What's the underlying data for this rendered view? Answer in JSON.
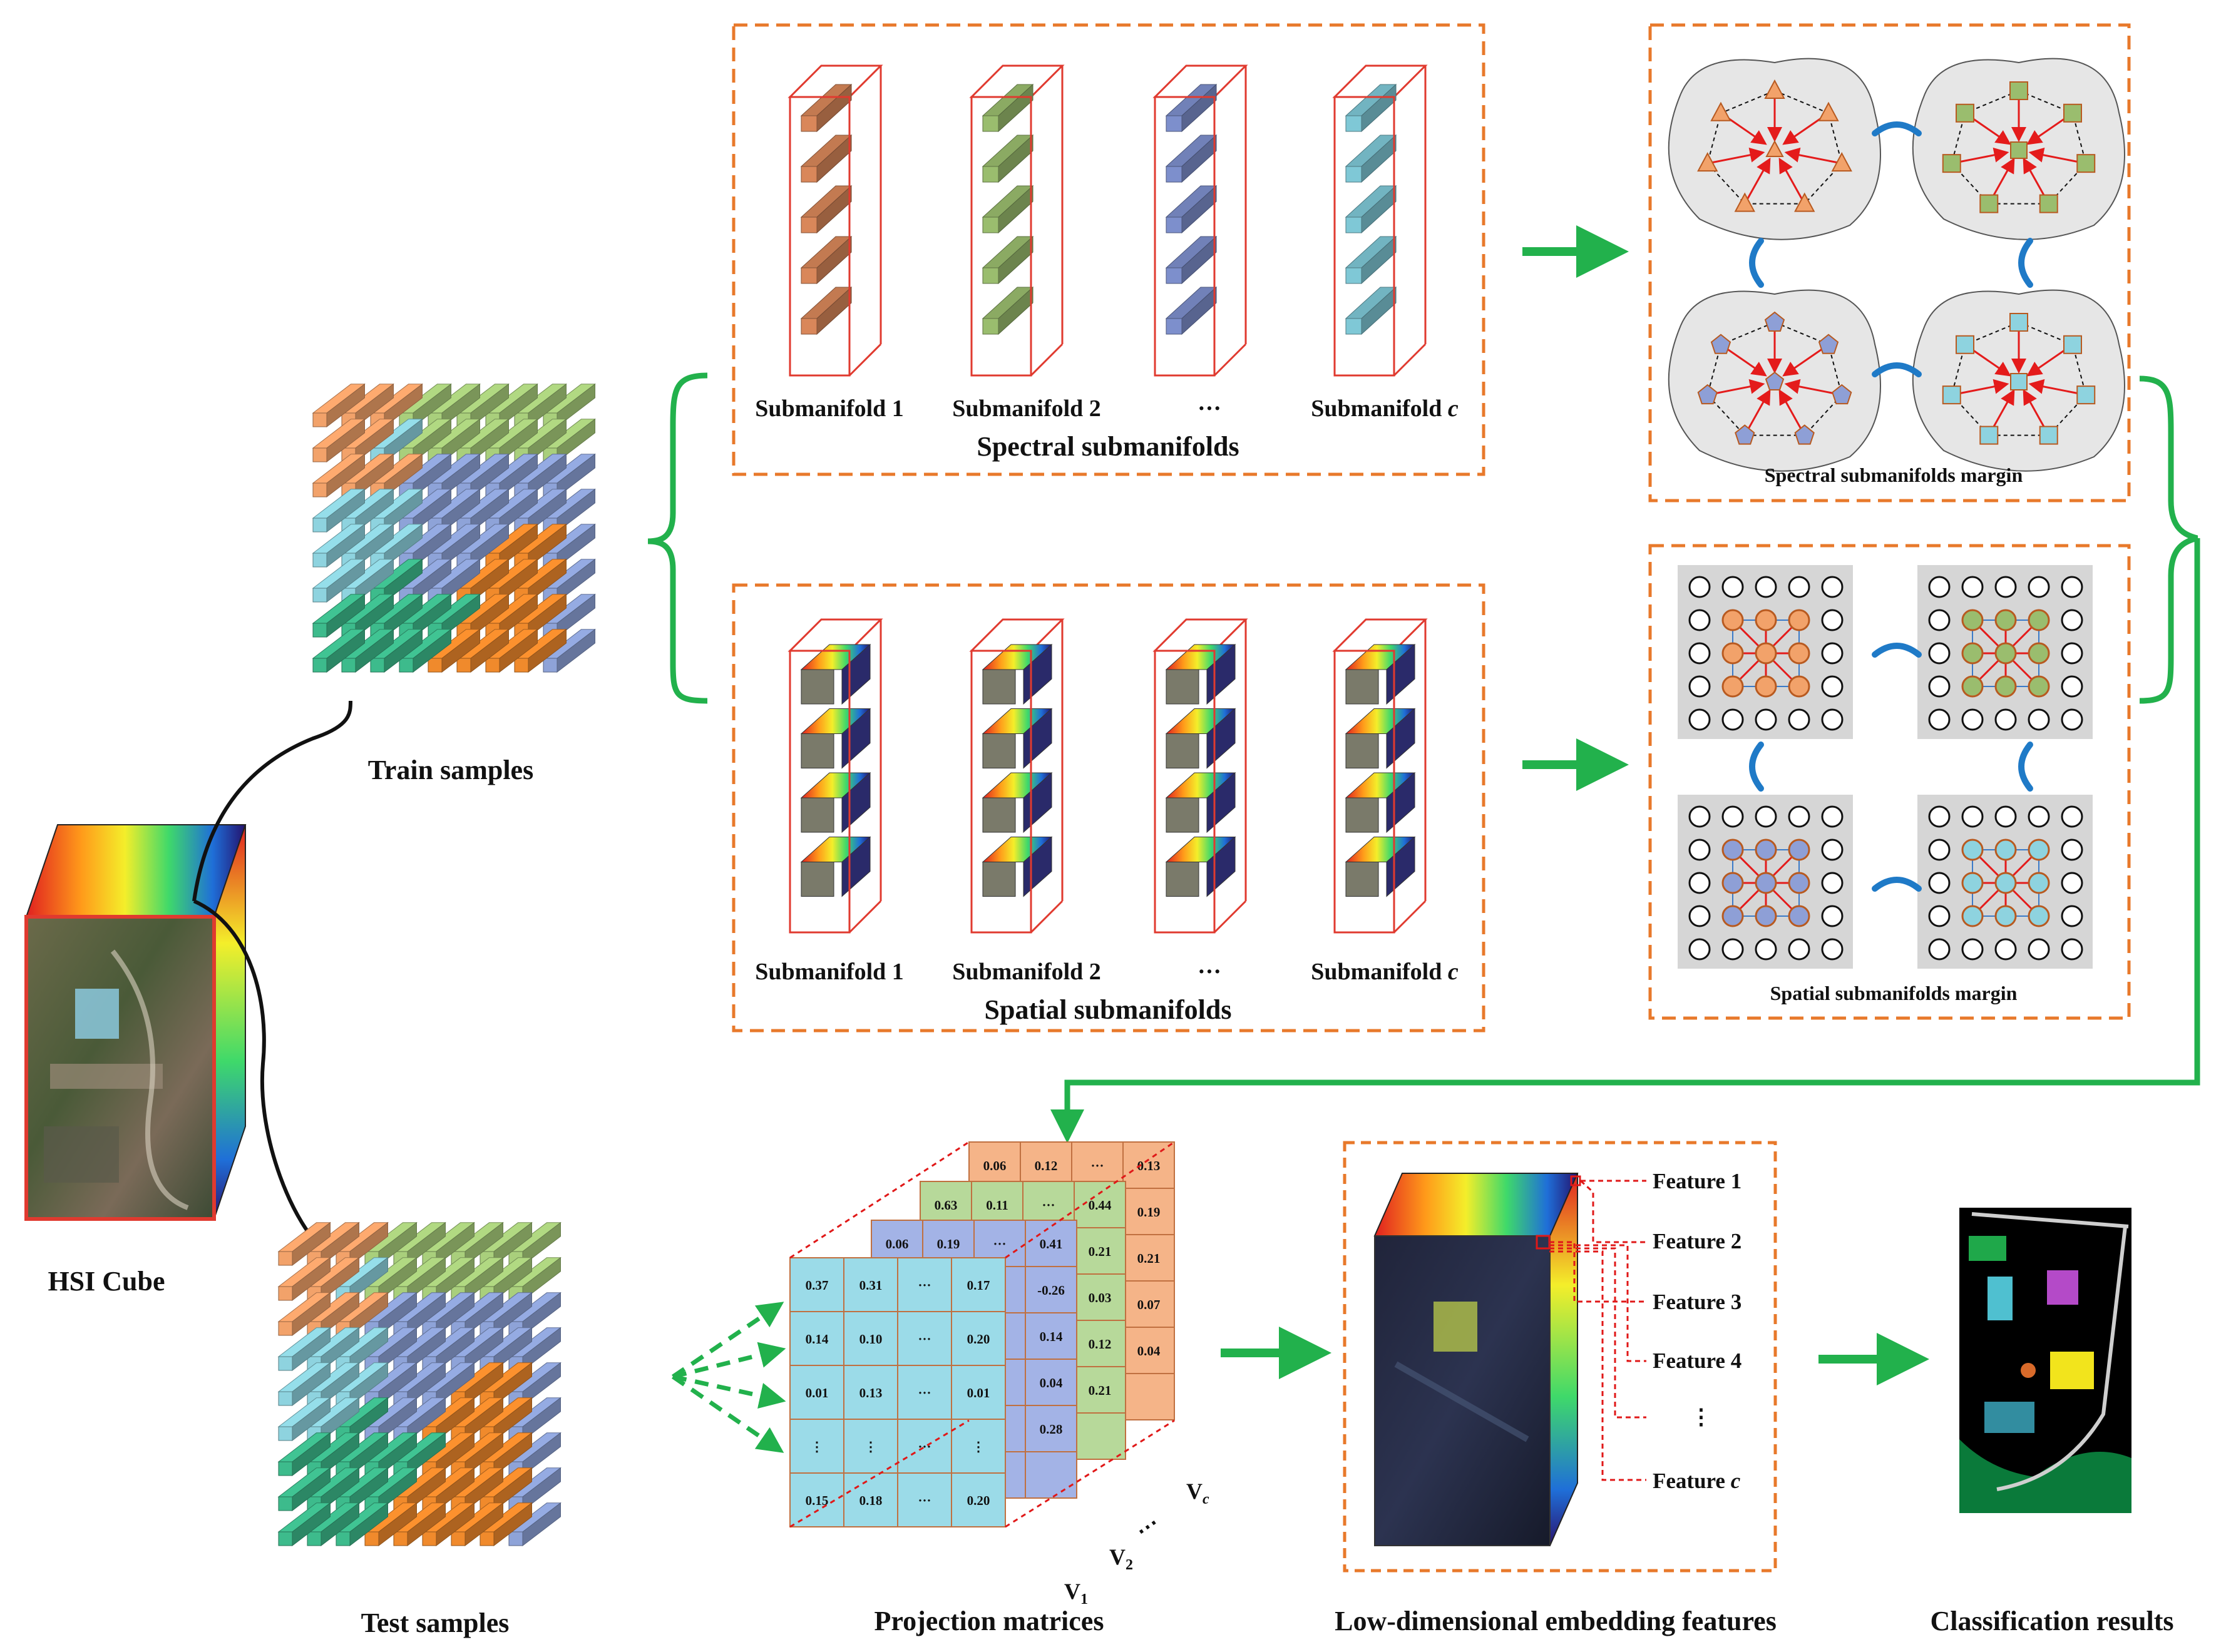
{
  "labels": {
    "hsi_cube": "HSI Cube",
    "train_samples": "Train samples",
    "test_samples": "Test samples",
    "spectral_submanifolds": "Spectral submanifolds",
    "spatial_submanifolds": "Spatial submanifolds",
    "spectral_margin": "Spectral submanifolds margin",
    "spatial_margin": "Spatial submanifolds margin",
    "projection_matrices": "Projection  matrices",
    "embedding_features": "Low-dimensional embedding features",
    "classification_results": "Classification results"
  },
  "submanifolds": {
    "sub1": "Submanifold 1",
    "sub2": "Submanifold 2",
    "dots": "···",
    "subc_prefix": "Submanifold ",
    "subc_italic": "c"
  },
  "features": {
    "f1": "Feature 1",
    "f2": "Feature 2",
    "f3": "Feature 3",
    "f4": "Feature 4",
    "dots": "⋮",
    "fc_prefix": "Feature ",
    "fc_italic": "c"
  },
  "matrices": {
    "v1": "V",
    "v1_sub": "1",
    "v2": "V",
    "v2_sub": "2",
    "vc": "V",
    "vc_sub": "c",
    "dots": "⋯",
    "back_row": [
      "0.06",
      "0.12",
      "···",
      "0.13"
    ],
    "back_col": [
      "0.19",
      "0.21",
      "0.07",
      "0.04"
    ],
    "middle_row": [
      "0.63",
      "0.11",
      "···",
      "0.44"
    ],
    "middle_col": [
      "0.21",
      "0.03",
      "0.12",
      "0.21"
    ],
    "front2_row": [
      "0.06",
      "0.19",
      "···",
      "0.41"
    ],
    "front2_col": [
      "-0.26",
      "0.14",
      "0.04",
      "0.28"
    ],
    "front_grid": [
      [
        "0.37",
        "0.31",
        "···",
        "0.17"
      ],
      [
        "0.14",
        "0.10",
        "···",
        "0.20"
      ],
      [
        "0.01",
        "0.13",
        "···",
        "0.01"
      ],
      [
        "⋮",
        "⋮",
        "···",
        "⋮"
      ],
      [
        "0.15",
        "0.18",
        "···",
        "0.20"
      ]
    ]
  },
  "colors": {
    "orange_dash": "#e8792b",
    "green_arrow": "#22b14c",
    "red_frame": "#e03a2f",
    "blue_arrow": "#1f7ac7",
    "class_orange": "#f2a26a",
    "class_green": "#a9cf7c",
    "class_blue": "#8ea3d8",
    "class_cyan": "#8ed3df",
    "class_teal": "#3dbb8c",
    "class_dorange": "#f08a2c"
  }
}
